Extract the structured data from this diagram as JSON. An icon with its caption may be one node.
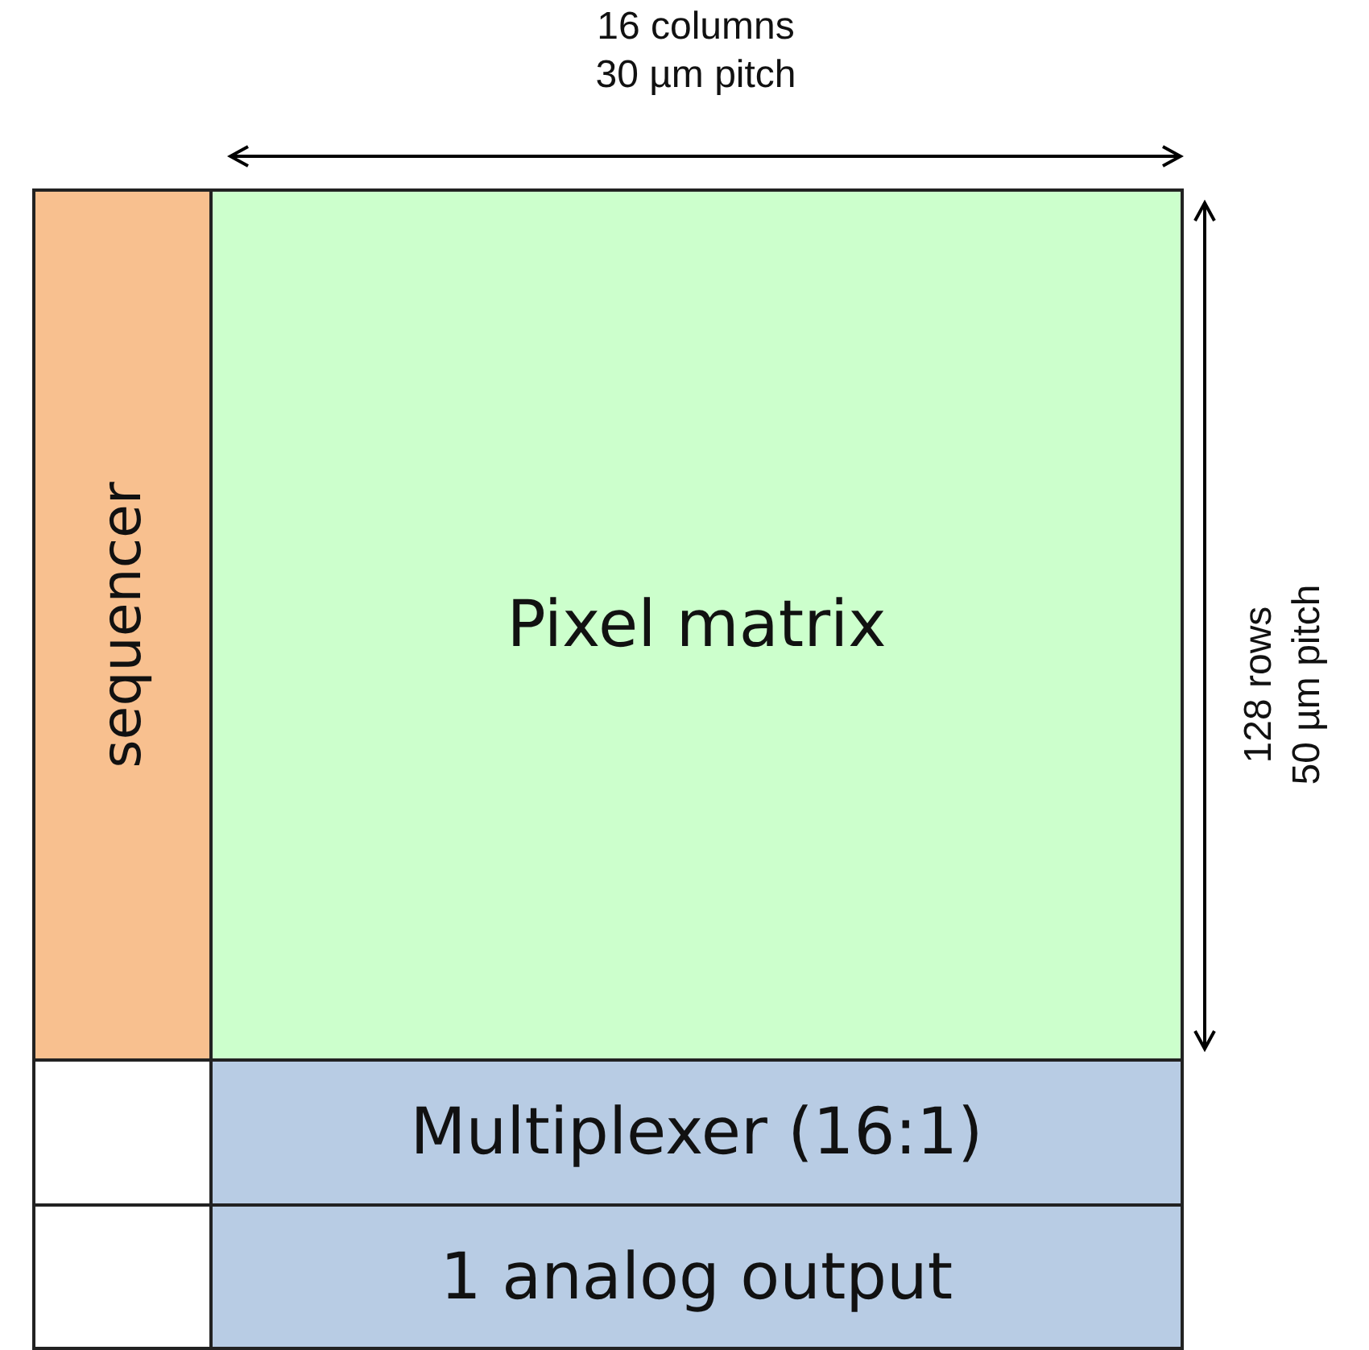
{
  "diagram": {
    "nodes": [
      {
        "text": [
          "sequencer"
        ]
      },
      {
        "text": [
          "Pixel matrix"
        ]
      },
      {
        "text": [],
        "shape": "box"
      },
      {
        "text": [
          "Multiplexer (16:1)"
        ]
      },
      {
        "text": [],
        "shape": "box"
      },
      {
        "text": [
          "1 analog output"
        ]
      }
    ],
    "labels": [
      "16 columns 30 µm pitch",
      "128 rows 50 µm pitch"
    ]
  }
}
